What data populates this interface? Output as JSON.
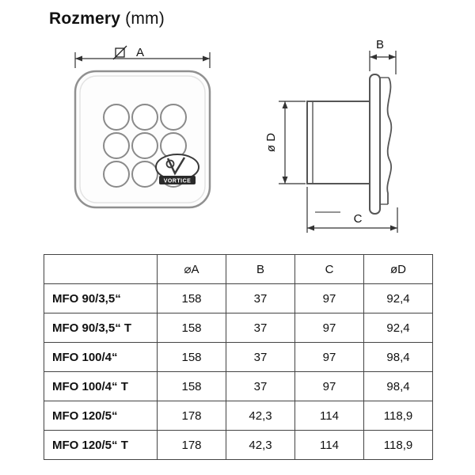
{
  "title": {
    "main": "Rozmery",
    "unit": "(mm)"
  },
  "diagram": {
    "label_a": "A",
    "label_b": "B",
    "label_d": "ø D",
    "label_c": "C",
    "logo_text": "VORTICE"
  },
  "table": {
    "headers": [
      "",
      "⌀A",
      "B",
      "C",
      "øD"
    ],
    "rows": [
      {
        "label": "MFO 90/3,5“",
        "a": "158",
        "b": "37",
        "c": "97",
        "d": "92,4"
      },
      {
        "label": "MFO 90/3,5“ T",
        "a": "158",
        "b": "37",
        "c": "97",
        "d": "92,4"
      },
      {
        "label": "MFO 100/4“",
        "a": "158",
        "b": "37",
        "c": "97",
        "d": "98,4"
      },
      {
        "label": "MFO 100/4“ T",
        "a": "158",
        "b": "37",
        "c": "97",
        "d": "98,4"
      },
      {
        "label": "MFO 120/5“",
        "a": "178",
        "b": "42,3",
        "c": "114",
        "d": "118,9"
      },
      {
        "label": "MFO 120/5“ T",
        "a": "178",
        "b": "42,3",
        "c": "114",
        "d": "118,9"
      }
    ]
  }
}
